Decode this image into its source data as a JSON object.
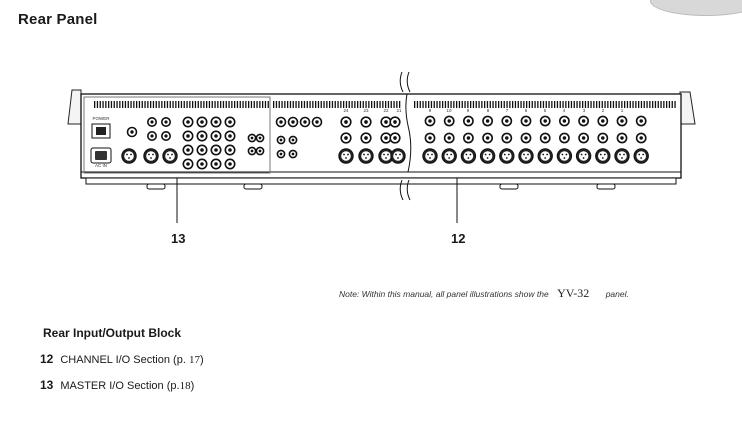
{
  "page": {
    "title": "Rear Panel"
  },
  "panel": {
    "channel_numbers": [
      "24",
      "23",
      "22",
      "21",
      "9",
      "10",
      "9",
      "8",
      "7",
      "6",
      "5",
      "4",
      "3",
      "2",
      "1"
    ],
    "callouts": [
      {
        "id": "13",
        "label": "13"
      },
      {
        "id": "12",
        "label": "12"
      }
    ]
  },
  "note": {
    "text": "Note:  Within this manual, all panel illustrations show the",
    "model": "YV-32",
    "suffix": "panel."
  },
  "io_block": {
    "heading": "Rear Input/Output Block",
    "items": [
      {
        "number": "12",
        "text": "CHANNEL I/O Section (p. ",
        "page": "17",
        "close": ")"
      },
      {
        "number": "13",
        "text": "MASTER I/O Section (p.",
        "page": "18",
        "close": ")"
      }
    ]
  }
}
